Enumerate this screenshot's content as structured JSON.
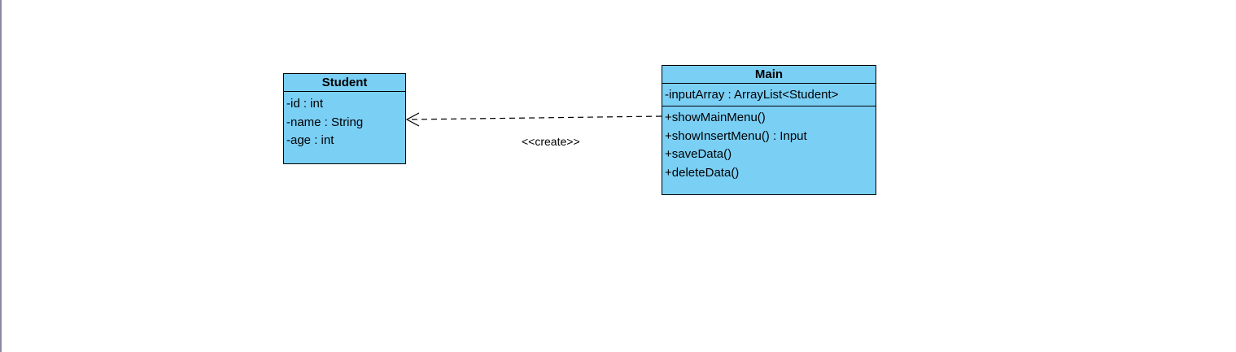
{
  "diagram": {
    "classes": [
      {
        "name": "Student",
        "attributes": [
          "-id : int",
          "-name : String",
          "-age : int"
        ],
        "operations": []
      },
      {
        "name": "Main",
        "attributes": [
          "-inputArray : ArrayList<Student>"
        ],
        "operations": [
          "+showMainMenu()",
          "+showInsertMenu() : Input",
          "+saveData()",
          "+deleteData()"
        ]
      }
    ],
    "relationships": [
      {
        "type": "dependency",
        "from": "Main",
        "to": "Student",
        "stereotype": "<<create>>"
      }
    ]
  },
  "colors": {
    "class_fill": "#7acff5",
    "border": "#000000",
    "background": "#ffffff"
  }
}
